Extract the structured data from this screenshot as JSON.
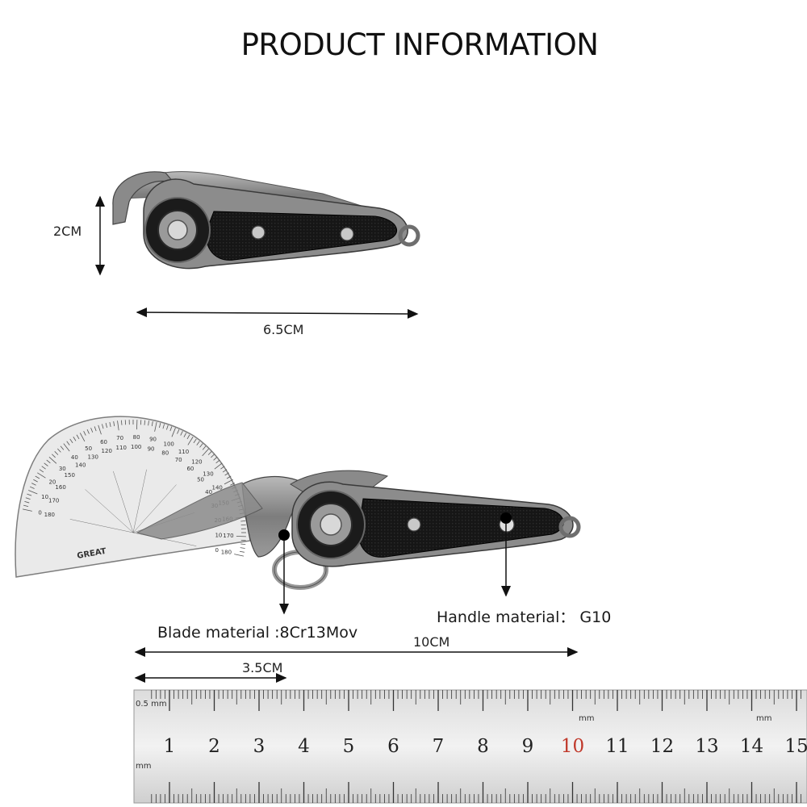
{
  "title": "PRODUCT INFORMATION",
  "dimensions": {
    "height": "2CM",
    "length_closed": "6.5CM",
    "length_open": "10CM",
    "blade_length": "3.5CM"
  },
  "materials": {
    "blade": "Blade material :8Cr13Mov",
    "handle": "Handle material： G10"
  },
  "protractor": {
    "brand": "GREAT",
    "outer_scale": [
      "0",
      "10",
      "20",
      "30",
      "40",
      "50",
      "60",
      "70",
      "80",
      "90",
      "100",
      "110",
      "120",
      "130",
      "140",
      "150",
      "160",
      "170",
      "180"
    ],
    "inner_scale": [
      "180",
      "170",
      "160",
      "150",
      "140",
      "130",
      "120",
      "110",
      "100",
      "90",
      "80",
      "70",
      "60",
      "50",
      "40",
      "30",
      "20",
      "10",
      "0"
    ]
  },
  "ruler": {
    "unit_labels": [
      "0.5 mm",
      "mm",
      "mm",
      "mm"
    ],
    "numbers": [
      "1",
      "2",
      "3",
      "4",
      "5",
      "6",
      "7",
      "8",
      "9",
      "10",
      "11",
      "12",
      "13",
      "14",
      "15"
    ],
    "highlight_number": "10",
    "highlight_color": "#c0392b"
  },
  "colors": {
    "steel": "#8f8f8f",
    "handle": "#151515",
    "arrow": "#111111"
  }
}
